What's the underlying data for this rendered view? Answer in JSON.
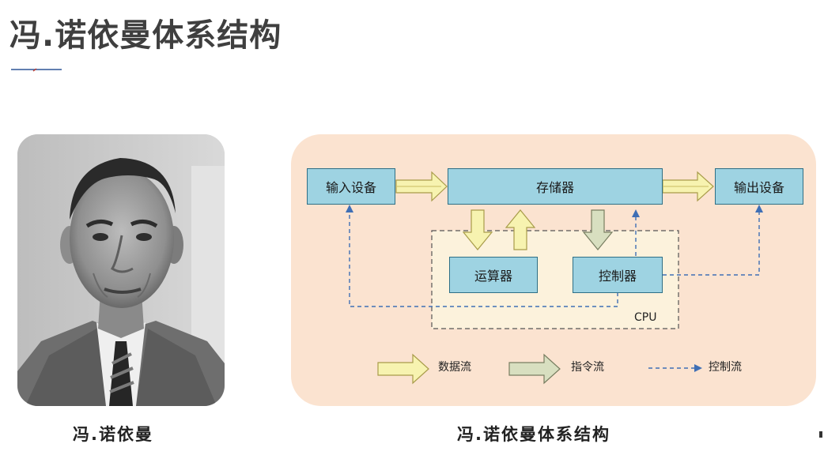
{
  "page": {
    "title": "冯.诺依曼体系结构",
    "accent_color": "#2f5597"
  },
  "portrait": {
    "caption": "冯.诺依曼"
  },
  "diagram": {
    "caption": "冯.诺依曼体系结构",
    "background_color": "#fbe3d0",
    "box_color": "#9ed3e2",
    "nodes": {
      "input": "输入设备",
      "memory": "存储器",
      "output": "输出设备",
      "alu": "运算器",
      "controller": "控制器"
    },
    "cpu_label": "CPU",
    "legend": {
      "data_flow": "数据流",
      "instruction_flow": "指令流",
      "control_flow": "控制流"
    },
    "flow_colors": {
      "data_flow": "#f7f3b0",
      "instruction_flow": "#d8dfc0",
      "control_flow": "#3f6fb5"
    }
  }
}
